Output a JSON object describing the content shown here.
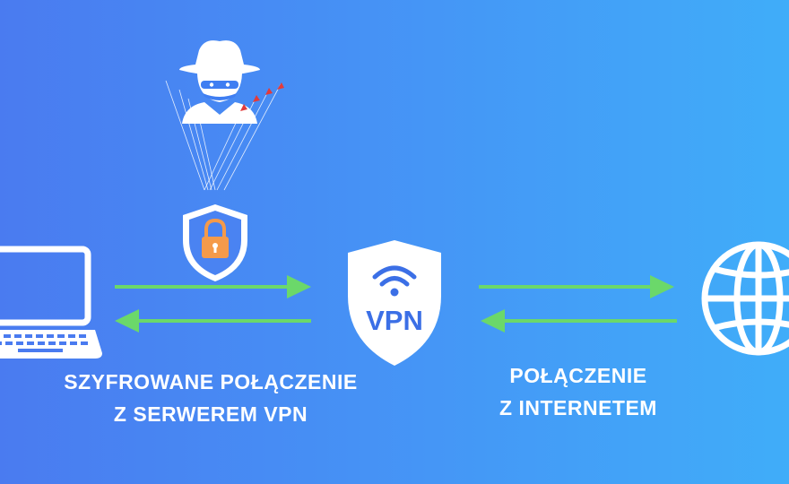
{
  "colors": {
    "background_left": "#4a7bf0",
    "background_right": "#40adf9",
    "arrow": "#6bd86a",
    "icon_white": "#ffffff",
    "vpn_text": "#3b6fe6",
    "lock_orange": "#f59a4a",
    "hacker_arrow_red": "#e23b3b"
  },
  "nodes": {
    "laptop": {
      "icon": "laptop-icon"
    },
    "vpn_server": {
      "icon": "vpn-shield-icon",
      "label": "VPN"
    },
    "internet": {
      "icon": "globe-icon"
    },
    "encryption": {
      "icon": "lock-shield-icon"
    },
    "attacker": {
      "icon": "hacker-icon"
    }
  },
  "labels": {
    "encrypted_line1": "SZYFROWANE POŁĄCZENIE",
    "encrypted_line2": "Z SERWEREM VPN",
    "internet_line1": "POŁĄCZENIE",
    "internet_line2": "Z INTERNETEM"
  }
}
